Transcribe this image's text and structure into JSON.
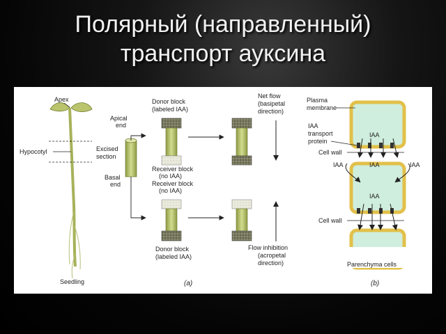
{
  "slide": {
    "title_line1": "Полярный (направленный)",
    "title_line2": "транспорт ауксина"
  },
  "figure": {
    "seedling": {
      "apex": "Apex",
      "hypocotyl": "Hypocotyl",
      "excised_1": "Excised",
      "excised_2": "section",
      "apical_1": "Apical",
      "apical_2": "end",
      "basal_1": "Basal",
      "basal_2": "end",
      "seedling": "Seedling"
    },
    "panel_a": {
      "donor_top_1": "Donor block",
      "donor_top_2": "(labeled IAA)",
      "receiver_top_1": "Receiver block",
      "receiver_top_2": "(no IAA)",
      "receiver_bot_1": "Receiver block",
      "receiver_bot_2": "(no IAA)",
      "donor_bot_1": "Donor block",
      "donor_bot_2": "(labeled IAA)",
      "netflow_1": "Net flow",
      "netflow_2": "(basipetal",
      "netflow_3": "direction)",
      "inhibit_1": "Flow inhibition",
      "inhibit_2": "(acropetal",
      "inhibit_3": "direction)",
      "label": "(a)"
    },
    "panel_b": {
      "plasma_1": "Plasma",
      "plasma_2": "membrane",
      "iaa_tp_1": "IAA",
      "iaa_tp_2": "transport",
      "iaa_tp_3": "protein",
      "cell_wall_1": "Cell wall",
      "cell_wall_2": "Cell wall",
      "iaa_cell1": "IAA",
      "iaa_cell2": "IAA",
      "iaa_left": "IAA",
      "iaa_mid": "IAA",
      "iaa_right": "IAA",
      "parenchyma": "Parenchyma cells",
      "label": "(b)"
    }
  },
  "colors": {
    "cell_fill": "#cfeedd",
    "cell_wall": "#e8c84a",
    "stem": "#b7c46a",
    "block_dark": "#6b6b50",
    "block_light": "#e6e6d6"
  }
}
